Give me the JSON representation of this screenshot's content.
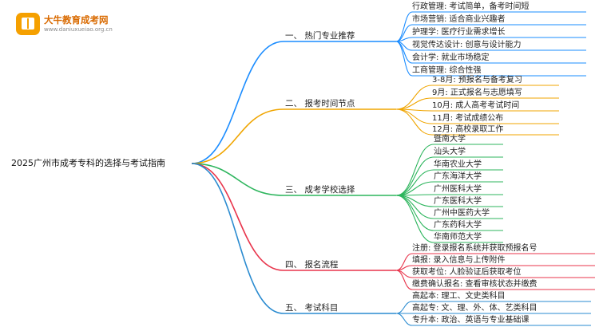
{
  "logo": {
    "title": "大牛教育成考网",
    "url": "www.daniuxueiao.org.cn"
  },
  "root": {
    "label": "2025广州市成考专科的选择与考试指南"
  },
  "colors": {
    "b1": "#1a8cff",
    "b2": "#f0a500",
    "b3": "#2db55d",
    "b4": "#e8344b",
    "b5": "#2a8bd0"
  },
  "branches": [
    {
      "label": "一、 热门专业推荐",
      "leaves": [
        "行政管理: 考试简单，备考时间短",
        "市场营销: 适合商业兴趣者",
        "护理学: 医疗行业需求增长",
        "视觉传达设计: 创意与设计能力",
        "会计学: 就业市场稳定",
        "工商管理: 综合性强"
      ]
    },
    {
      "label": "二、 报考时间节点",
      "leaves": [
        "3-8月: 预报名与备考复习",
        "9月: 正式报名与志愿填写",
        "10月: 成人高考考试时间",
        "11月: 考试成绩公布",
        "12月: 高校录取工作"
      ]
    },
    {
      "label": "三、 成考学校选择",
      "leaves": [
        "暨南大学",
        "汕头大学",
        "华南农业大学",
        "广东海洋大学",
        "广州医科大学",
        "广东医科大学",
        "广州中医药大学",
        "广东药科大学",
        "华南师范大学"
      ]
    },
    {
      "label": "四、 报名流程",
      "leaves": [
        "注册: 登录报名系统并获取预报名号",
        "填报: 录入信息与上传附件",
        "获取考位: 人脸验证后获取考位",
        "缴费确认报名: 查看审核状态并缴费"
      ]
    },
    {
      "label": "五、 考试科目",
      "leaves": [
        "高起本: 理工、文史类科目",
        "高起专: 文、理、外、体、艺类科目",
        "专升本: 政治、英语与专业基础课"
      ]
    }
  ]
}
